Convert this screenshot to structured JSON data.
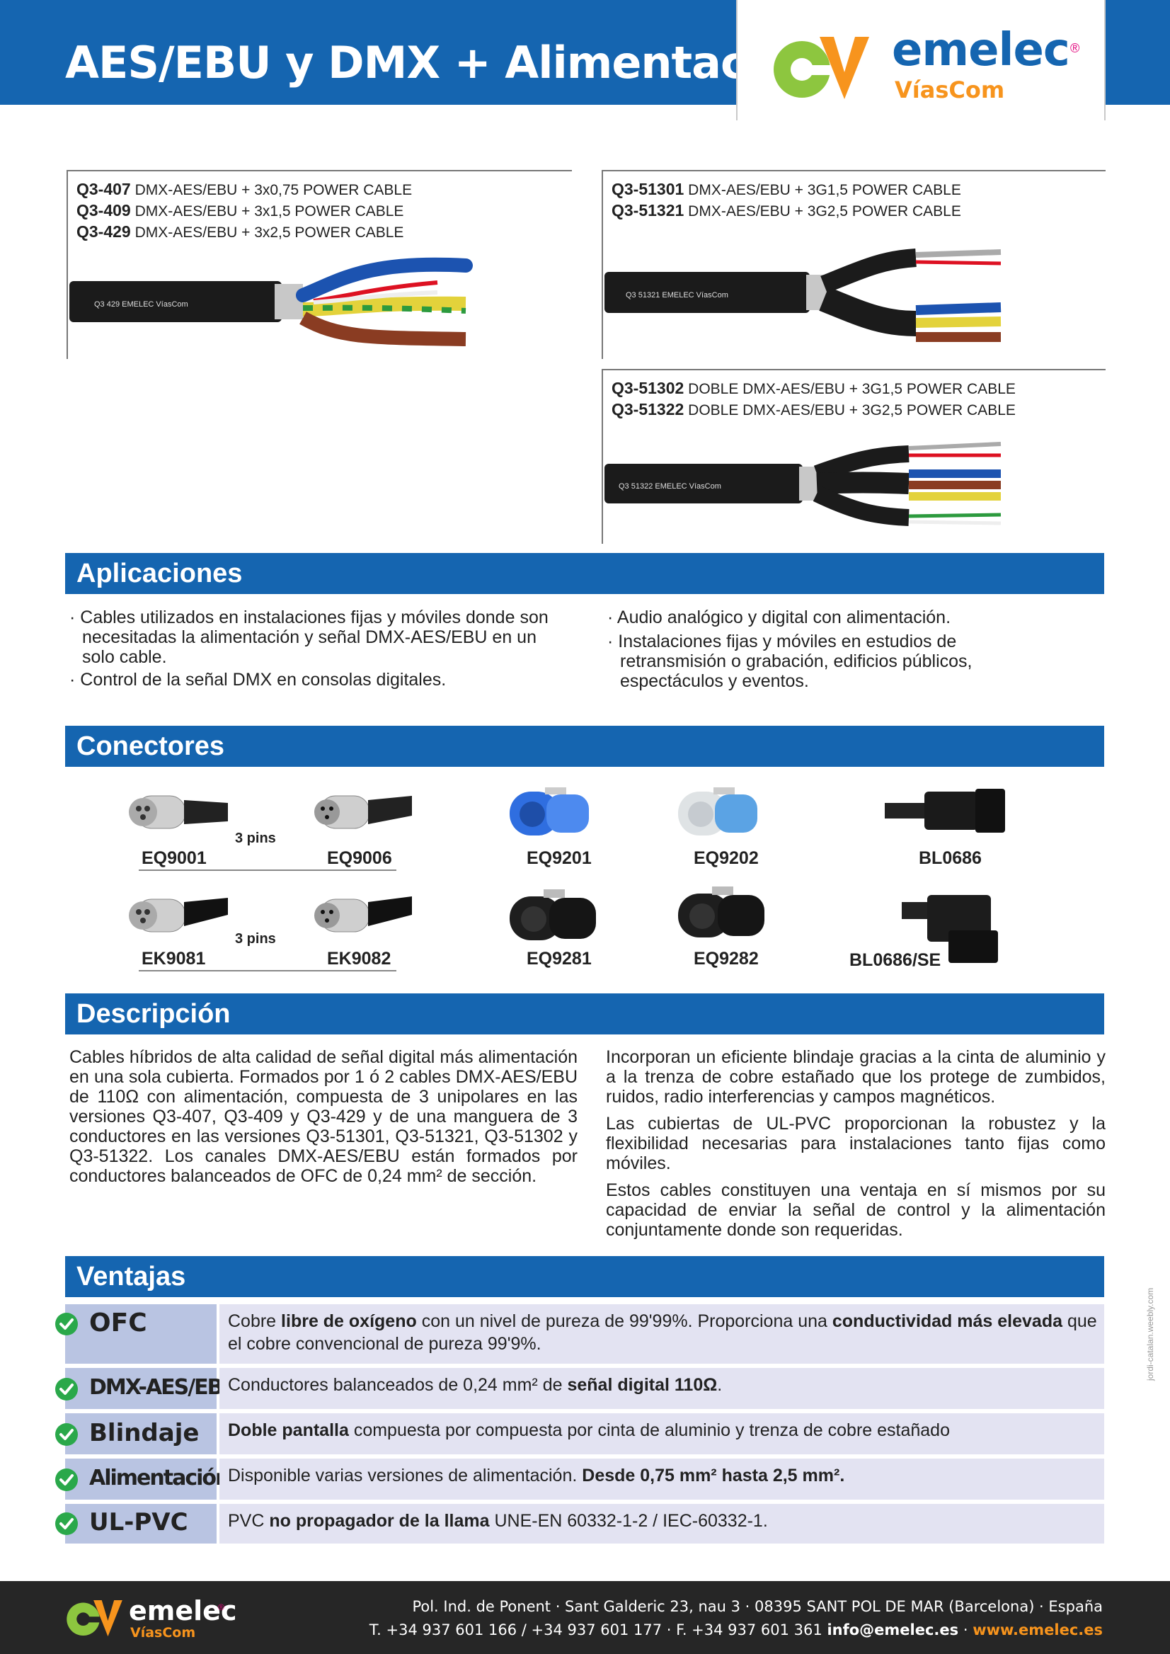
{
  "header": {
    "title": "AES/EBU y DMX + Alimentación",
    "logo": {
      "word": "emelec",
      "registered": "®",
      "sub": "VíasCom"
    }
  },
  "products": [
    {
      "lines": [
        {
          "code": "Q3-407",
          "desc": "DMX-AES/EBU + 3x0,75 POWER CABLE"
        },
        {
          "code": "Q3-409",
          "desc": "DMX-AES/EBU + 3x1,5 POWER CABLE"
        },
        {
          "code": "Q3-429",
          "desc": "DMX-AES/EBU + 3x2,5 POWER CABLE"
        }
      ],
      "cable_print": "Q3 429   EMELEC VíasCom"
    },
    {
      "lines": [
        {
          "code": "Q3-51301",
          "desc": "DMX-AES/EBU + 3G1,5 POWER CABLE"
        },
        {
          "code": "Q3-51321",
          "desc": "DMX-AES/EBU + 3G2,5 POWER CABLE"
        }
      ],
      "cable_print": "Q3 51321   EMELEC VíasCom"
    },
    {
      "lines": [
        {
          "code": "Q3-51302",
          "desc": "DOBLE DMX-AES/EBU + 3G1,5 POWER CABLE"
        },
        {
          "code": "Q3-51322",
          "desc": "DOBLE DMX-AES/EBU + 3G2,5 POWER CABLE"
        }
      ],
      "cable_print": "Q3 51322   EMELEC VíasCom"
    }
  ],
  "aplicaciones": {
    "title": "Aplicaciones",
    "left": [
      "· Cables utilizados en instalaciones fijas y móviles donde son necesitadas la alimentación y señal DMX-AES/EBU en un solo cable.",
      "· Control de la señal DMX en consolas digitales."
    ],
    "right": [
      "· Audio analógico y digital con alimentación.",
      "· Instalaciones fijas y móviles en estudios de retransmisión o grabación, edificios públicos, espectáculos y eventos."
    ]
  },
  "conectores": {
    "title": "Conectores",
    "pins": "3 pins",
    "items": [
      "EQ9001",
      "EQ9006",
      "EQ9201",
      "EQ9202",
      "BL0686",
      "EK9081",
      "EK9082",
      "EQ9281",
      "EQ9282",
      "BL0686/SE"
    ]
  },
  "descripcion": {
    "title": "Descripción",
    "left": "Cables híbridos de alta calidad de señal digital más alimentación en una sola cubierta. Formados por 1 ó 2 cables DMX-AES/EBU de 110Ω con alimentación, compuesta de 3 unipolares en las versiones Q3-407, Q3-409 y Q3-429 y de una manguera de 3 conductores en las versiones Q3-51301, Q3-51321, Q3-51302 y Q3-51322. Los canales DMX-AES/EBU están formados por conductores balanceados de OFC de 0,24 mm² de sección.",
    "right": [
      "Incorporan un eficiente blindaje gracias a la cinta de aluminio y a la trenza de cobre estañado que los protege de zumbidos, ruidos, radio interferencias y campos magnéticos.",
      "Las cubiertas de UL-PVC proporcionan la robustez y la flexibilidad necesarias para instalaciones tanto fijas como móviles.",
      "Estos cables constituyen una ventaja en sí mismos por su capacidad de enviar la señal de control y la alimentación conjuntamente donde son requeridas."
    ]
  },
  "ventajas": {
    "title": "Ventajas",
    "rows": [
      {
        "name": "OFC",
        "parts": [
          [
            "Cobre ",
            false
          ],
          [
            "libre de oxígeno",
            true
          ],
          [
            " con un nivel de pureza de 99'99%. Proporciona una ",
            false
          ],
          [
            "conductividad más elevada",
            true
          ],
          [
            " que el cobre convencional de pureza 99'9%.",
            false
          ]
        ]
      },
      {
        "name": "DMX-AES/EBU",
        "parts": [
          [
            "Conductores balanceados de 0,24 mm² de ",
            false
          ],
          [
            "señal digital 110Ω",
            true
          ],
          [
            ".",
            false
          ]
        ]
      },
      {
        "name": "Blindaje",
        "parts": [
          [
            "Doble pantalla",
            true
          ],
          [
            " compuesta por compuesta por cinta de aluminio y trenza de cobre estañado",
            false
          ]
        ]
      },
      {
        "name": "Alimentación",
        "parts": [
          [
            "Disponible varias versiones de alimentación. ",
            false
          ],
          [
            "Desde 0,75 mm² hasta 2,5 mm²",
            true
          ],
          [
            ".",
            true
          ]
        ]
      },
      {
        "name": "UL-PVC",
        "parts": [
          [
            "PVC ",
            false
          ],
          [
            "no propagador de la llama",
            true
          ],
          [
            " UNE-EN 60332-1-2 / IEC-60332-1.",
            false
          ]
        ]
      }
    ]
  },
  "side_note": "jordi-catalan.weebly.com",
  "footer": {
    "word": "emelec",
    "sub": "VíasCom",
    "address": "Pol. Ind. de Ponent · Sant Galderic 23, nau 3 · 08395 SANT POL DE MAR (Barcelona) · España",
    "phones": "T. +34 937 601 166 / +34 937 601 177 ·   F.  +34 937 601 361",
    "email": "info@emelec.es",
    "sep": " · ",
    "web": "www.emelec.es"
  },
  "colors": {
    "brand_blue": "#1565b0",
    "brand_orange": "#f7941d",
    "brand_green": "#8dc63f",
    "check_green": "#2aa84a"
  }
}
